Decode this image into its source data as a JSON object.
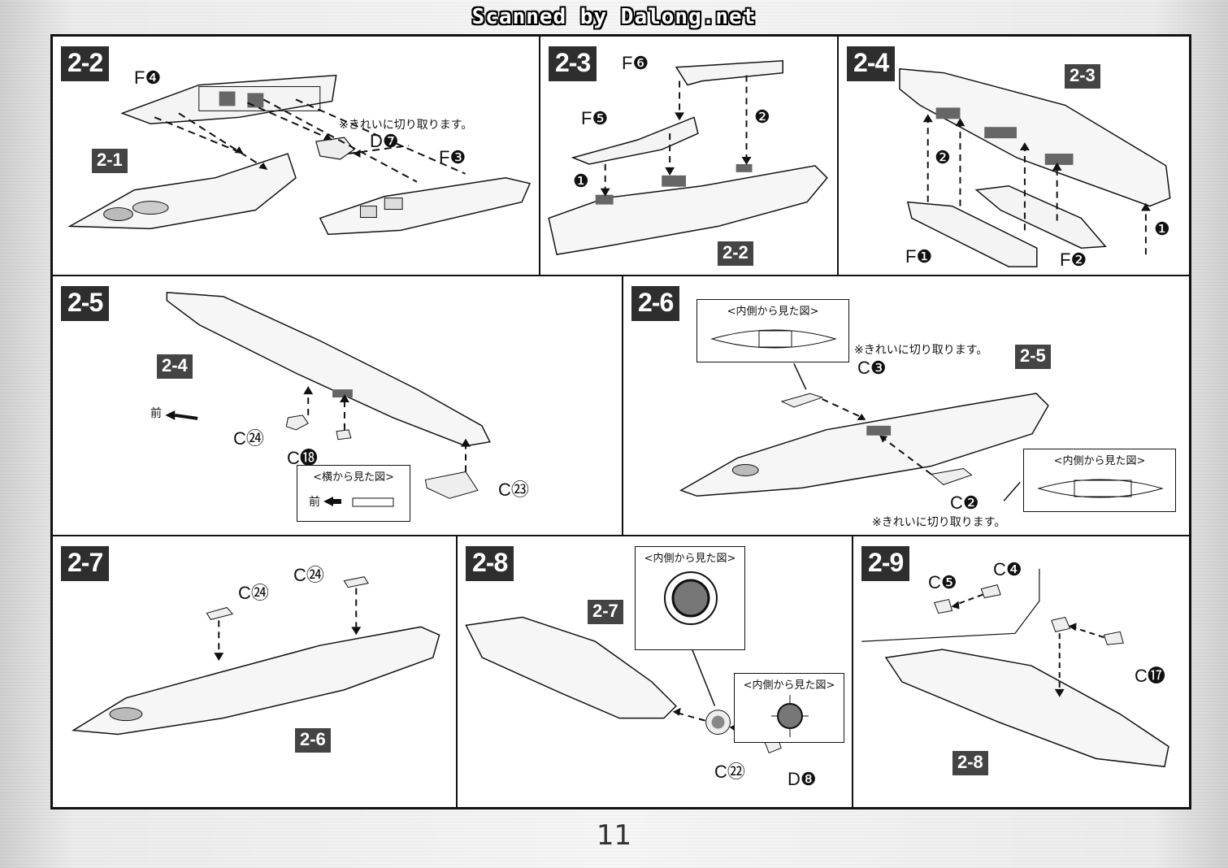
{
  "watermark": "Scanned by Dalong.net",
  "page_number": "11",
  "notes": {
    "cut_clean": "※きれいに切り取ります。",
    "inside_view": "<内側から見た図>",
    "side_view": "<横から見た図>",
    "front": "前"
  },
  "panels": {
    "p22": {
      "step": "2-2",
      "tag": "2-1",
      "labels": [
        "F❹",
        "D❼",
        "F❸"
      ]
    },
    "p23": {
      "step": "2-3",
      "tag": "2-2",
      "labels": [
        "F❻",
        "F❺"
      ],
      "markers": [
        "❶",
        "❷"
      ]
    },
    "p24": {
      "step": "2-4",
      "tag": "2-3",
      "labels": [
        "F❶",
        "F❷"
      ],
      "markers": [
        "❶",
        "❷"
      ]
    },
    "p25": {
      "step": "2-5",
      "tag": "2-4",
      "labels": [
        "C㉔",
        "C⓲",
        "C㉓"
      ]
    },
    "p26": {
      "step": "2-6",
      "tag": "2-5",
      "labels": [
        "C❸",
        "C❷"
      ]
    },
    "p27": {
      "step": "2-7",
      "tag": "2-6",
      "labels": [
        "C㉔",
        "C㉔"
      ]
    },
    "p28": {
      "step": "2-8",
      "tag": "2-7",
      "labels": [
        "C㉒",
        "D❽"
      ]
    },
    "p29": {
      "step": "2-9",
      "tag": "2-8",
      "labels": [
        "C❺",
        "C❹",
        "C⓱"
      ]
    }
  },
  "colors": {
    "ink": "#111111",
    "tag_bg": "#444444",
    "step_bg": "#2e2e2e"
  }
}
